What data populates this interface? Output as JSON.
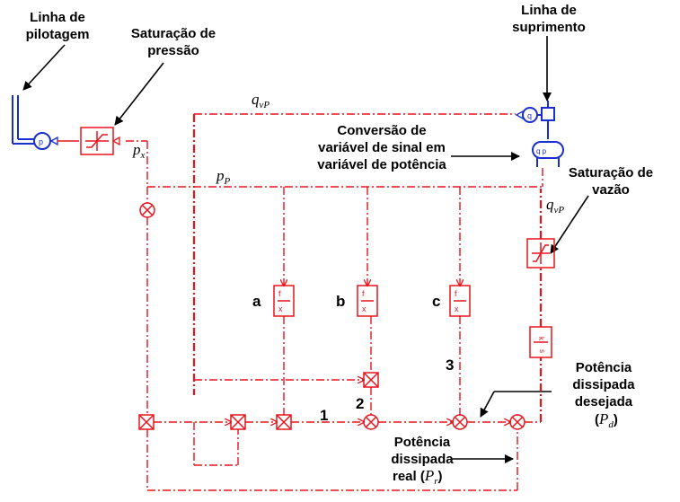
{
  "labels": {
    "linha_pilotagem": [
      "Linha de",
      "pilotagem"
    ],
    "saturacao_pressao": [
      "Saturação de",
      "pressão"
    ],
    "linha_suprimento": [
      "Linha de",
      "suprimento"
    ],
    "conversao": [
      "Conversão de",
      "variável de sinal em",
      "variável de potência"
    ],
    "saturacao_vazao": [
      "Saturação de",
      "vazão"
    ],
    "potencia_desejada": [
      "Potência",
      "dissipada",
      "desejada"
    ],
    "potencia_real": [
      "Potência",
      "dissipada",
      "real ("
    ]
  },
  "symbols": {
    "px": "p",
    "px_sub": "x",
    "pP": "p",
    "pP_sub": "P",
    "qvP_top": "q",
    "qvP_top_sub": "vP",
    "qvP_right": "q",
    "qvP_right_sub": "vP",
    "Pd": "P",
    "Pd_sub": "d",
    "Pr": "P",
    "Pr_sub": "r"
  },
  "branch_letters": [
    "a",
    "b",
    "c"
  ],
  "branch_numbers": [
    "1",
    "2",
    "3"
  ]
}
